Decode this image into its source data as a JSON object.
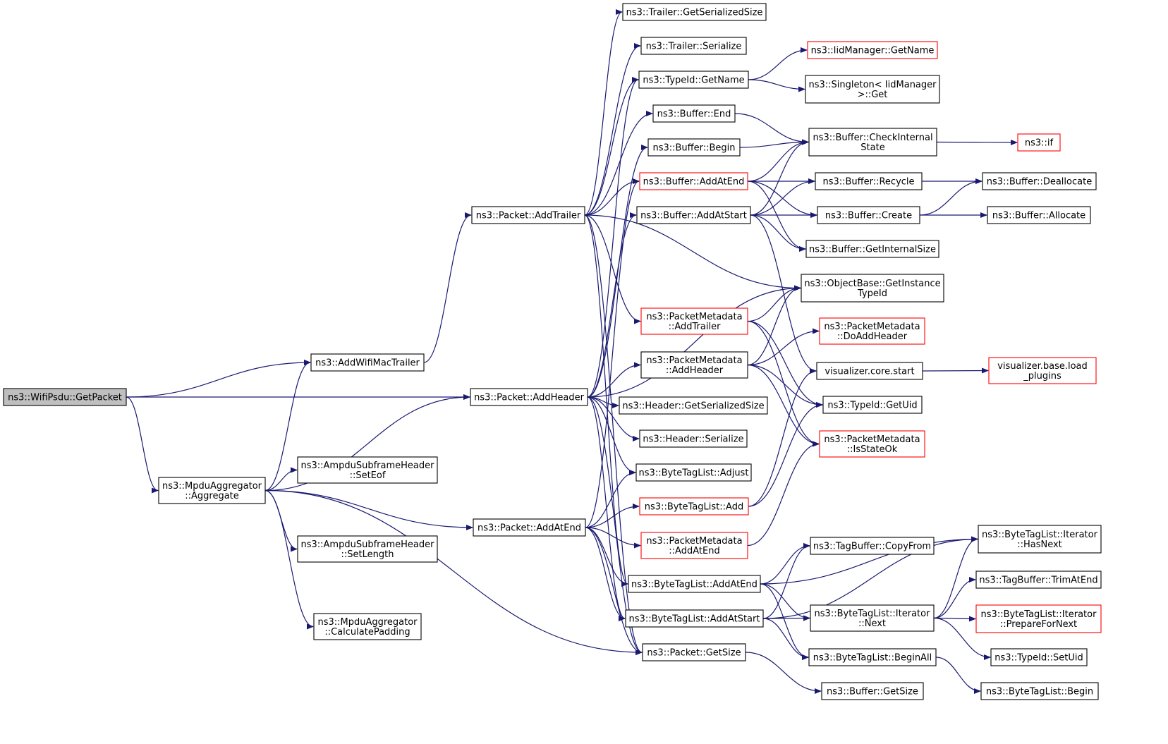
{
  "graph": {
    "colors": {
      "edge": "#191970",
      "node_border": "#000000",
      "node_border_red": "#ff0000",
      "root_fill": "#bfbfbf",
      "node_fill": "#ffffff"
    },
    "nodes": [
      {
        "id": "root",
        "lines": [
          "ns3::WifiPsdu::GetPacket"
        ],
        "style": "root"
      },
      {
        "id": "addWifiMacTrailer",
        "lines": [
          "ns3::AddWifiMacTrailer"
        ],
        "style": "normal"
      },
      {
        "id": "mpduAggregate",
        "lines": [
          "ns3::MpduAggregator",
          "::Aggregate"
        ],
        "style": "normal"
      },
      {
        "id": "packetAddTrailer",
        "lines": [
          "ns3::Packet::AddTrailer"
        ],
        "style": "normal"
      },
      {
        "id": "packetAddHeader",
        "lines": [
          "ns3::Packet::AddHeader"
        ],
        "style": "normal"
      },
      {
        "id": "packetAddAtEnd",
        "lines": [
          "ns3::Packet::AddAtEnd"
        ],
        "style": "normal"
      },
      {
        "id": "setEof",
        "lines": [
          "ns3::AmpduSubframeHeader",
          "::SetEof"
        ],
        "style": "normal"
      },
      {
        "id": "setLength",
        "lines": [
          "ns3::AmpduSubframeHeader",
          "::SetLength"
        ],
        "style": "normal"
      },
      {
        "id": "calcPadding",
        "lines": [
          "ns3::MpduAggregator",
          "::CalculatePadding"
        ],
        "style": "normal"
      },
      {
        "id": "trailerGetSerializedSize",
        "lines": [
          "ns3::Trailer::GetSerializedSize"
        ],
        "style": "normal"
      },
      {
        "id": "trailerSerialize",
        "lines": [
          "ns3::Trailer::Serialize"
        ],
        "style": "normal"
      },
      {
        "id": "typeIdGetName",
        "lines": [
          "ns3::TypeId::GetName"
        ],
        "style": "normal"
      },
      {
        "id": "bufferEnd",
        "lines": [
          "ns3::Buffer::End"
        ],
        "style": "normal"
      },
      {
        "id": "bufferBegin",
        "lines": [
          "ns3::Buffer::Begin"
        ],
        "style": "normal"
      },
      {
        "id": "bufferAddAtEnd",
        "lines": [
          "ns3::Buffer::AddAtEnd"
        ],
        "style": "red"
      },
      {
        "id": "bufferAddAtStart",
        "lines": [
          "ns3::Buffer::AddAtStart"
        ],
        "style": "normal"
      },
      {
        "id": "pmAddTrailer",
        "lines": [
          "ns3::PacketMetadata",
          "::AddTrailer"
        ],
        "style": "red"
      },
      {
        "id": "pmAddHeader",
        "lines": [
          "ns3::PacketMetadata",
          "::AddHeader"
        ],
        "style": "normal"
      },
      {
        "id": "headerGetSerializedSize",
        "lines": [
          "ns3::Header::GetSerializedSize"
        ],
        "style": "normal"
      },
      {
        "id": "headerSerialize",
        "lines": [
          "ns3::Header::Serialize"
        ],
        "style": "normal"
      },
      {
        "id": "btlAdjust",
        "lines": [
          "ns3::ByteTagList::Adjust"
        ],
        "style": "normal"
      },
      {
        "id": "btlAdd",
        "lines": [
          "ns3::ByteTagList::Add"
        ],
        "style": "red"
      },
      {
        "id": "pmAddAtEnd",
        "lines": [
          "ns3::PacketMetadata",
          "::AddAtEnd"
        ],
        "style": "red"
      },
      {
        "id": "btlAddAtEnd",
        "lines": [
          "ns3::ByteTagList::AddAtEnd"
        ],
        "style": "normal"
      },
      {
        "id": "btlAddAtStart",
        "lines": [
          "ns3::ByteTagList::AddAtStart"
        ],
        "style": "normal"
      },
      {
        "id": "packetGetSize",
        "lines": [
          "ns3::Packet::GetSize"
        ],
        "style": "normal"
      },
      {
        "id": "iidGetName",
        "lines": [
          "ns3::IidManager::GetName"
        ],
        "style": "red"
      },
      {
        "id": "singletonGet",
        "lines": [
          "ns3::Singleton< IidManager",
          ">::Get"
        ],
        "style": "normal"
      },
      {
        "id": "bufferCheckInternalState",
        "lines": [
          "ns3::Buffer::CheckInternal",
          "State"
        ],
        "style": "normal"
      },
      {
        "id": "bufferRecycle",
        "lines": [
          "ns3::Buffer::Recycle"
        ],
        "style": "normal"
      },
      {
        "id": "bufferCreate",
        "lines": [
          "ns3::Buffer::Create"
        ],
        "style": "normal"
      },
      {
        "id": "bufferGetInternalSize",
        "lines": [
          "ns3::Buffer::GetInternalSize"
        ],
        "style": "normal"
      },
      {
        "id": "objGetInstanceTypeId",
        "lines": [
          "ns3::ObjectBase::GetInstance",
          "TypeId"
        ],
        "style": "normal"
      },
      {
        "id": "pmDoAddHeader",
        "lines": [
          "ns3::PacketMetadata",
          "::DoAddHeader"
        ],
        "style": "red"
      },
      {
        "id": "vizCoreStart",
        "lines": [
          "visualizer.core.start"
        ],
        "style": "normal"
      },
      {
        "id": "typeIdGetUid",
        "lines": [
          "ns3::TypeId::GetUid"
        ],
        "style": "normal"
      },
      {
        "id": "pmIsStateOk",
        "lines": [
          "ns3::PacketMetadata",
          "::IsStateOk"
        ],
        "style": "red"
      },
      {
        "id": "tagBufferCopyFrom",
        "lines": [
          "ns3::TagBuffer::CopyFrom"
        ],
        "style": "normal"
      },
      {
        "id": "btlIterNext",
        "lines": [
          "ns3::ByteTagList::Iterator",
          "::Next"
        ],
        "style": "normal"
      },
      {
        "id": "btlBeginAll",
        "lines": [
          "ns3::ByteTagList::BeginAll"
        ],
        "style": "normal"
      },
      {
        "id": "bufferGetSize",
        "lines": [
          "ns3::Buffer::GetSize"
        ],
        "style": "normal"
      },
      {
        "id": "ns3If",
        "lines": [
          "ns3::if"
        ],
        "style": "red"
      },
      {
        "id": "bufferDeallocate",
        "lines": [
          "ns3::Buffer::Deallocate"
        ],
        "style": "normal"
      },
      {
        "id": "bufferAllocate",
        "lines": [
          "ns3::Buffer::Allocate"
        ],
        "style": "normal"
      },
      {
        "id": "vizLoadPlugins",
        "lines": [
          "visualizer.base.load",
          "_plugins"
        ],
        "style": "red"
      },
      {
        "id": "btlIterHasNext",
        "lines": [
          "ns3::ByteTagList::Iterator",
          "::HasNext"
        ],
        "style": "normal"
      },
      {
        "id": "tagBufferTrimAtEnd",
        "lines": [
          "ns3::TagBuffer::TrimAtEnd"
        ],
        "style": "normal"
      },
      {
        "id": "btlIterPrepareForNext",
        "lines": [
          "ns3::ByteTagList::Iterator",
          "::PrepareForNext"
        ],
        "style": "red"
      },
      {
        "id": "typeIdSetUid",
        "lines": [
          "ns3::TypeId::SetUid"
        ],
        "style": "normal"
      },
      {
        "id": "btlBegin",
        "lines": [
          "ns3::ByteTagList::Begin"
        ],
        "style": "normal"
      }
    ],
    "edges": [
      [
        "root",
        "addWifiMacTrailer"
      ],
      [
        "root",
        "packetAddHeader"
      ],
      [
        "root",
        "mpduAggregate"
      ],
      [
        "mpduAggregate",
        "addWifiMacTrailer"
      ],
      [
        "mpduAggregate",
        "packetAddHeader"
      ],
      [
        "mpduAggregate",
        "setEof"
      ],
      [
        "mpduAggregate",
        "packetAddAtEnd"
      ],
      [
        "mpduAggregate",
        "setLength"
      ],
      [
        "mpduAggregate",
        "calcPadding"
      ],
      [
        "mpduAggregate",
        "packetGetSize"
      ],
      [
        "addWifiMacTrailer",
        "packetAddTrailer"
      ],
      [
        "packetAddTrailer",
        "trailerGetSerializedSize"
      ],
      [
        "packetAddTrailer",
        "trailerSerialize"
      ],
      [
        "packetAddTrailer",
        "typeIdGetName"
      ],
      [
        "packetAddTrailer",
        "bufferEnd"
      ],
      [
        "packetAddTrailer",
        "bufferAddAtEnd"
      ],
      [
        "packetAddTrailer",
        "pmAddTrailer"
      ],
      [
        "packetAddTrailer",
        "objGetInstanceTypeId"
      ],
      [
        "packetAddTrailer",
        "btlAddAtEnd"
      ],
      [
        "packetAddTrailer",
        "packetGetSize"
      ],
      [
        "packetAddHeader",
        "typeIdGetName"
      ],
      [
        "packetAddHeader",
        "bufferBegin"
      ],
      [
        "packetAddHeader",
        "bufferAddAtStart"
      ],
      [
        "packetAddHeader",
        "objGetInstanceTypeId"
      ],
      [
        "packetAddHeader",
        "pmAddHeader"
      ],
      [
        "packetAddHeader",
        "headerGetSerializedSize"
      ],
      [
        "packetAddHeader",
        "headerSerialize"
      ],
      [
        "packetAddHeader",
        "btlAdjust"
      ],
      [
        "packetAddHeader",
        "btlAddAtStart"
      ],
      [
        "packetAddHeader",
        "packetGetSize"
      ],
      [
        "packetAddAtEnd",
        "bufferAddAtEnd"
      ],
      [
        "packetAddAtEnd",
        "btlAdjust"
      ],
      [
        "packetAddAtEnd",
        "btlAdd"
      ],
      [
        "packetAddAtEnd",
        "pmAddAtEnd"
      ],
      [
        "packetAddAtEnd",
        "btlAddAtEnd"
      ],
      [
        "packetAddAtEnd",
        "btlAddAtStart"
      ],
      [
        "packetAddAtEnd",
        "packetGetSize"
      ],
      [
        "typeIdGetName",
        "iidGetName"
      ],
      [
        "typeIdGetName",
        "singletonGet"
      ],
      [
        "bufferEnd",
        "bufferCheckInternalState"
      ],
      [
        "bufferBegin",
        "bufferCheckInternalState"
      ],
      [
        "bufferAddAtEnd",
        "bufferCheckInternalState"
      ],
      [
        "bufferAddAtEnd",
        "bufferRecycle"
      ],
      [
        "bufferAddAtEnd",
        "bufferCreate"
      ],
      [
        "bufferAddAtEnd",
        "bufferGetInternalSize"
      ],
      [
        "bufferAddAtStart",
        "bufferCheckInternalState"
      ],
      [
        "bufferAddAtStart",
        "bufferRecycle"
      ],
      [
        "bufferAddAtStart",
        "bufferCreate"
      ],
      [
        "bufferAddAtStart",
        "bufferGetInternalSize"
      ],
      [
        "bufferAddAtStart",
        "vizCoreStart"
      ],
      [
        "pmAddTrailer",
        "objGetInstanceTypeId"
      ],
      [
        "pmAddTrailer",
        "typeIdGetUid"
      ],
      [
        "pmAddTrailer",
        "pmIsStateOk"
      ],
      [
        "pmAddHeader",
        "objGetInstanceTypeId"
      ],
      [
        "pmAddHeader",
        "pmDoAddHeader"
      ],
      [
        "pmAddHeader",
        "typeIdGetUid"
      ],
      [
        "pmAddHeader",
        "pmIsStateOk"
      ],
      [
        "btlAdd",
        "typeIdGetUid"
      ],
      [
        "btlAdd",
        "vizCoreStart"
      ],
      [
        "pmAddAtEnd",
        "pmIsStateOk"
      ],
      [
        "btlAddAtEnd",
        "btlIterHasNext"
      ],
      [
        "btlAddAtEnd",
        "tagBufferCopyFrom"
      ],
      [
        "btlAddAtEnd",
        "btlIterNext"
      ],
      [
        "btlAddAtEnd",
        "btlBeginAll"
      ],
      [
        "btlAddAtStart",
        "tagBufferCopyFrom"
      ],
      [
        "btlAddAtStart",
        "btlIterHasNext"
      ],
      [
        "btlAddAtStart",
        "btlIterNext"
      ],
      [
        "btlAddAtStart",
        "btlBeginAll"
      ],
      [
        "packetGetSize",
        "bufferGetSize"
      ],
      [
        "bufferCheckInternalState",
        "ns3If"
      ],
      [
        "bufferRecycle",
        "bufferDeallocate"
      ],
      [
        "bufferCreate",
        "bufferDeallocate"
      ],
      [
        "bufferCreate",
        "bufferAllocate"
      ],
      [
        "vizCoreStart",
        "vizLoadPlugins"
      ],
      [
        "btlIterNext",
        "btlIterHasNext"
      ],
      [
        "btlIterNext",
        "tagBufferTrimAtEnd"
      ],
      [
        "btlIterNext",
        "btlIterPrepareForNext"
      ],
      [
        "btlIterNext",
        "typeIdSetUid"
      ],
      [
        "btlBeginAll",
        "btlBegin"
      ]
    ]
  }
}
